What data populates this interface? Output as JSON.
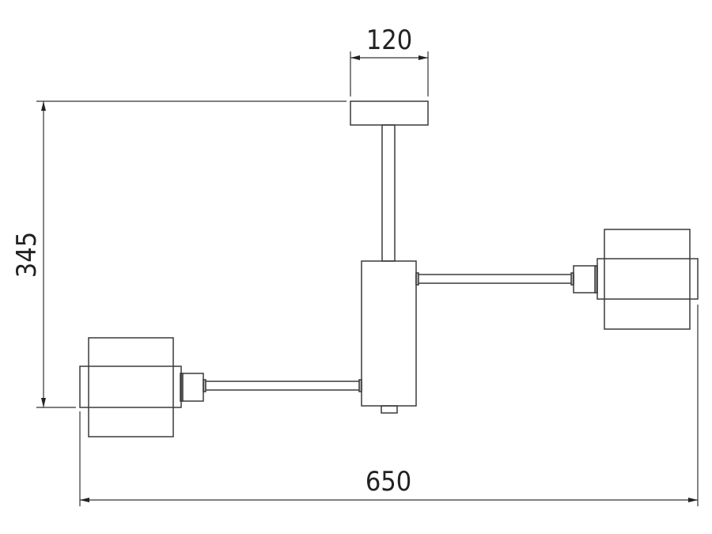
{
  "drawing": {
    "dimensions": {
      "canopy_width": "120",
      "height": "345",
      "overall_width": "650"
    },
    "colors": {
      "line": "#3a3a3a",
      "background": "#ffffff"
    }
  }
}
